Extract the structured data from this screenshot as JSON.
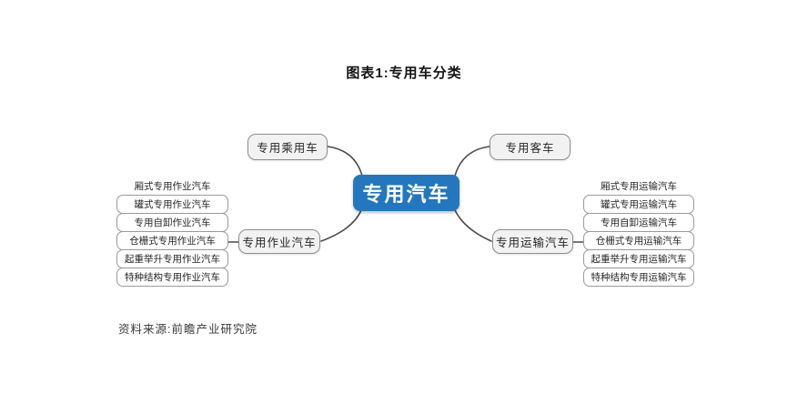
{
  "title": "图表1:专用车分类",
  "source": "资料来源:前瞻产业研究院",
  "colors": {
    "root_bg": "#2377be",
    "root_text": "#ffffff",
    "branch_bg": "#f2f2f2",
    "branch_border": "#8f8f8f",
    "leaf_border": "#9a9a9a",
    "connector": "#4c4c4c"
  },
  "mindmap": {
    "root": "专用汽车",
    "branches": [
      {
        "label": "专用乘用车",
        "children": []
      },
      {
        "label": "专用客车",
        "children": []
      },
      {
        "label": "专用作业汽车",
        "children": [
          "厢式专用作业汽车",
          "罐式专用作业汽车",
          "专用自卸作业汽车",
          "仓栅式专用作业汽车",
          "起重举升专用作业汽车",
          "特种结构专用作业汽车"
        ]
      },
      {
        "label": "专用运输汽车",
        "children": [
          "厢式专用运输汽车",
          "罐式专用运输汽车",
          "专用自卸运输汽车",
          "仓栅式专用运输汽车",
          "起重举升专用运输汽车",
          "特种结构专用运输汽车"
        ]
      }
    ]
  }
}
